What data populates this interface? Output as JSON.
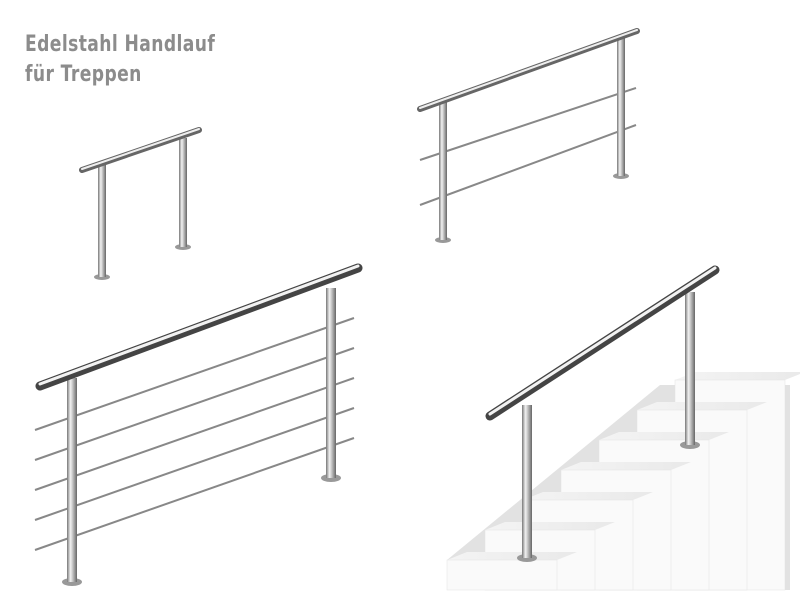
{
  "title": {
    "line1": "Edelstahl Handlauf",
    "line2": "für Treppen"
  },
  "colors": {
    "title_text": "#8c8c8c",
    "steel_light": "#e6e6e6",
    "steel_dark": "#6f6f6f",
    "stair_side": "#dcdcdc"
  },
  "images": [
    {
      "name": "railing-2-posts-no-rods"
    },
    {
      "name": "railing-2-posts-2-rods"
    },
    {
      "name": "railing-2-posts-5-rods"
    },
    {
      "name": "railing-on-stairs"
    }
  ]
}
